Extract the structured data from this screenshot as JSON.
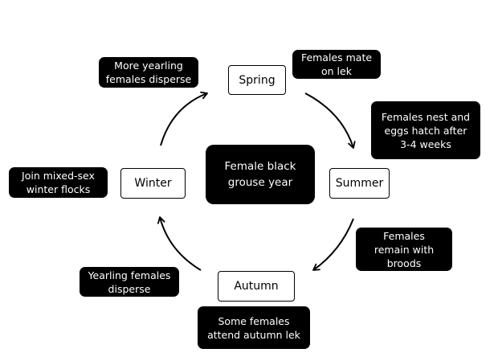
{
  "diagram": {
    "center": "Female black\ngrouse year",
    "seasons": {
      "spring": "Spring",
      "summer": "Summer",
      "autumn": "Autumn",
      "winter": "Winter"
    },
    "notes": {
      "spring_before": "More yearling\nfemales disperse",
      "spring_after": "Females mate\non lek",
      "summer_before": "Females nest and\neggs hatch after\n3-4 weeks",
      "summer_after": "Females\nremain with\nbroods",
      "autumn_before": "Yearling females\ndisperse",
      "autumn_after": "Some females\nattend autumn lek",
      "winter": "Join mixed-sex\nwinter flocks"
    },
    "colors": {
      "note_fill": "#000000",
      "note_text": "#ffffff",
      "season_fill": "#ffffff",
      "arrow": "#000000"
    }
  }
}
